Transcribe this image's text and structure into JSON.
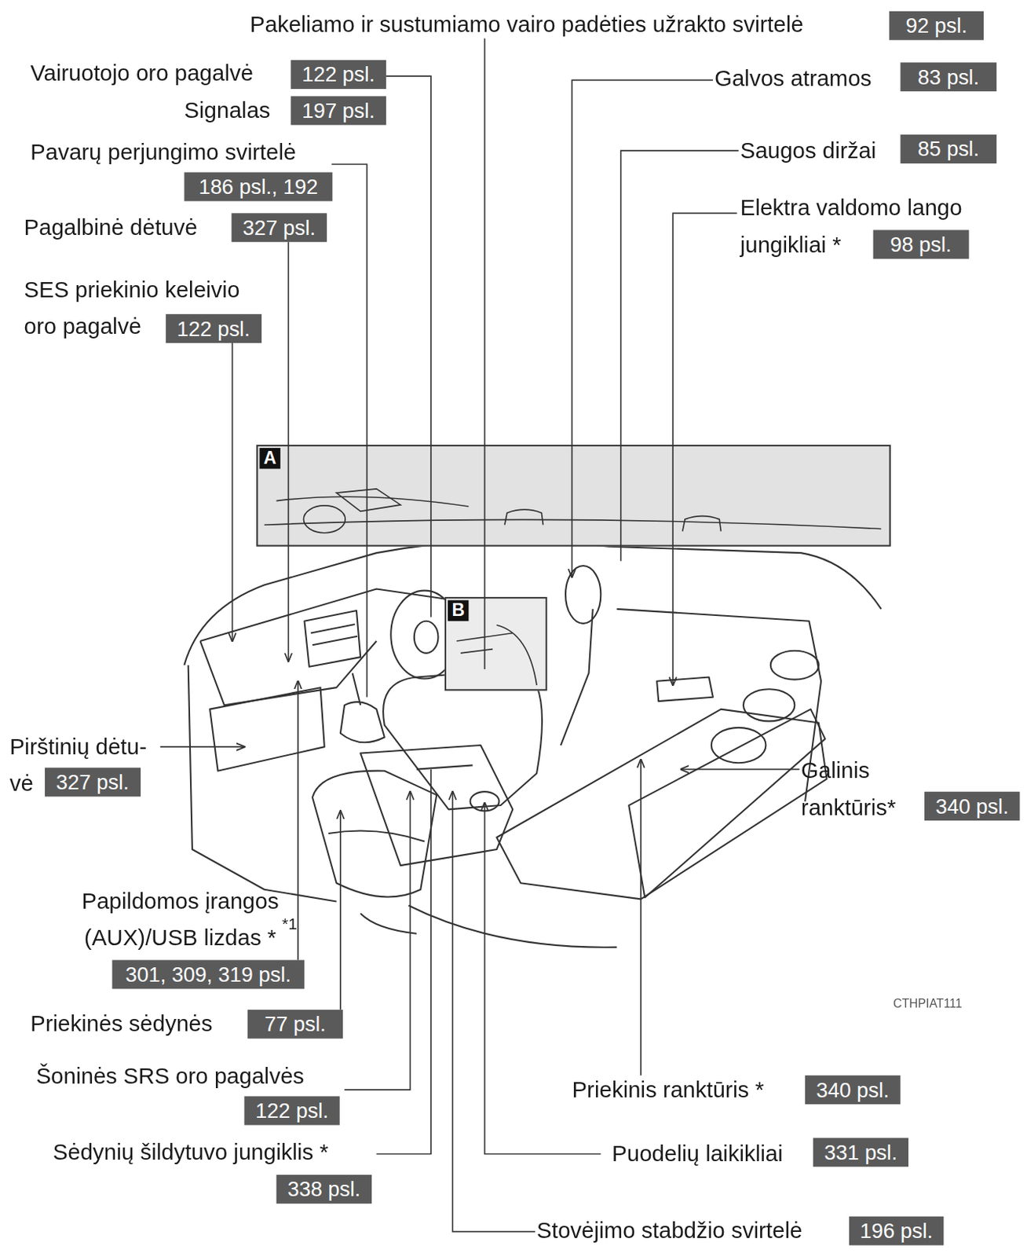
{
  "diagram": {
    "nodes": [
      {
        "text": [
          "A"
        ]
      },
      {
        "text": [
          "B"
        ]
      }
    ],
    "labels": [
      "Pakeliamo ir sustumiamo vairo padėties užrakto svirtelė",
      "92 psl.",
      "Vairuotojo oro pagalvė",
      "122 psl.",
      "Galvos atramos",
      "83 psl.",
      "Signalas",
      "197 psl.",
      "Pavarų perjungimo svirtelė",
      "186 psl., 192",
      "Saugos diržai",
      "85 psl.",
      "Elektra valdomo lango jungikliai *",
      "98 psl.",
      "Pagalbinė dėtuvė",
      "327 psl.",
      "SES priekinio keleivio oro pagalvė",
      "122 psl.",
      "Pirštinių dėtu- vė",
      "327 psl.",
      "Galinis ranktūris*",
      "340 psl.",
      "Papildomos įrangos (AUX)/USB lizdas *",
      "*1",
      "301, 309, 319 psl.",
      "CTHPIAT111",
      "Priekinės sėdynės",
      "77 psl.",
      "Šoninės SRS oro pagalvės",
      "122 psl.",
      "Priekinis ranktūris *",
      "340 psl.",
      "Sėdynių šildytuvo jungiklis *",
      "338 psl.",
      "Puodelių laikikliai",
      "331 psl.",
      "Stovėjimo stabdžio svirtelė",
      "196 psl."
    ]
  }
}
